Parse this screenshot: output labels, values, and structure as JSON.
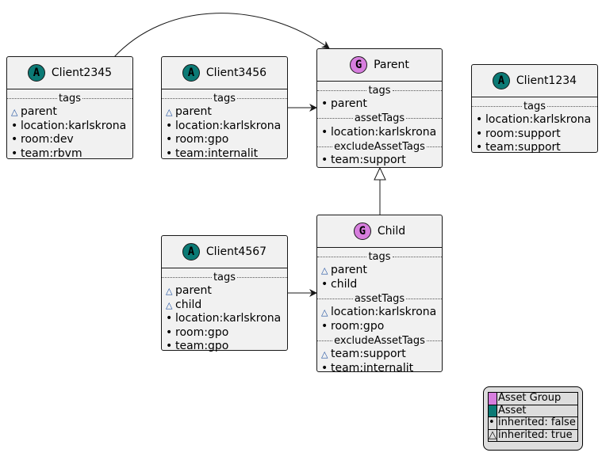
{
  "nodes": {
    "client2345": {
      "badge": "A",
      "name": "Client2345",
      "sections": [
        {
          "title": "tags",
          "items": [
            {
              "mark": "tri",
              "text": "parent"
            },
            {
              "mark": "dot",
              "text": "location:karlskrona"
            },
            {
              "mark": "dot",
              "text": "room:dev"
            },
            {
              "mark": "dot",
              "text": "team:rbvm"
            }
          ]
        }
      ]
    },
    "client3456": {
      "badge": "A",
      "name": "Client3456",
      "sections": [
        {
          "title": "tags",
          "items": [
            {
              "mark": "tri",
              "text": "parent"
            },
            {
              "mark": "dot",
              "text": "location:karlskrona"
            },
            {
              "mark": "dot",
              "text": "room:gpo"
            },
            {
              "mark": "dot",
              "text": "team:internalit"
            }
          ]
        }
      ]
    },
    "parent": {
      "badge": "G",
      "name": "Parent",
      "sections": [
        {
          "title": "tags",
          "items": [
            {
              "mark": "dot",
              "text": "parent"
            }
          ]
        },
        {
          "title": "assetTags",
          "items": [
            {
              "mark": "dot",
              "text": "location:karlskrona"
            }
          ]
        },
        {
          "title": "excludeAssetTags",
          "items": [
            {
              "mark": "dot",
              "text": "team:support"
            }
          ]
        }
      ]
    },
    "client1234": {
      "badge": "A",
      "name": "Client1234",
      "sections": [
        {
          "title": "tags",
          "items": [
            {
              "mark": "dot",
              "text": "location:karlskrona"
            },
            {
              "mark": "dot",
              "text": "room:support"
            },
            {
              "mark": "dot",
              "text": "team:support"
            }
          ]
        }
      ]
    },
    "client4567": {
      "badge": "A",
      "name": "Client4567",
      "sections": [
        {
          "title": "tags",
          "items": [
            {
              "mark": "tri",
              "text": "parent"
            },
            {
              "mark": "tri",
              "text": "child"
            },
            {
              "mark": "dot",
              "text": "location:karlskrona"
            },
            {
              "mark": "dot",
              "text": "room:gpo"
            },
            {
              "mark": "dot",
              "text": "team:gpo"
            }
          ]
        }
      ]
    },
    "child": {
      "badge": "G",
      "name": "Child",
      "sections": [
        {
          "title": "tags",
          "items": [
            {
              "mark": "tri",
              "text": "parent"
            },
            {
              "mark": "dot",
              "text": "child"
            }
          ]
        },
        {
          "title": "assetTags",
          "items": [
            {
              "mark": "tri",
              "text": "location:karlskrona"
            },
            {
              "mark": "dot",
              "text": "room:gpo"
            }
          ]
        },
        {
          "title": "excludeAssetTags",
          "items": [
            {
              "mark": "tri",
              "text": "team:support"
            },
            {
              "mark": "dot",
              "text": "team:internalit"
            }
          ]
        }
      ]
    }
  },
  "legend": {
    "rows": [
      {
        "swatch": "#d77ede",
        "text": "Asset Group"
      },
      {
        "swatch": "#0b7a75",
        "text": "Asset"
      },
      {
        "symbol": "•",
        "text": "inherited: false"
      },
      {
        "symbol": "△",
        "text": "inherited: true"
      }
    ]
  },
  "colors": {
    "asset_badge": "#0b7a75",
    "group_badge": "#d77ede",
    "inherited_marker": "#1e50a0"
  },
  "icons": {
    "dot": "bullet-icon",
    "tri": "triangle-icon"
  }
}
